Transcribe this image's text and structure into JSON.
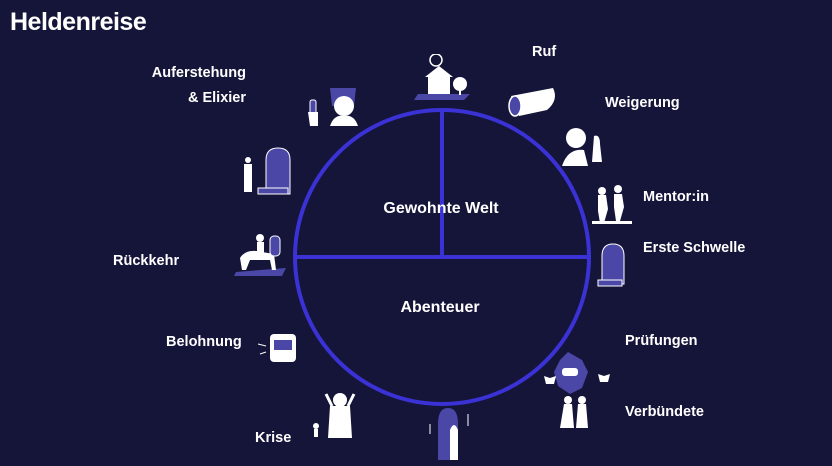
{
  "title": "Heldenreise",
  "center": {
    "upper": "Gewohnte Welt",
    "lower": "Abenteuer"
  },
  "stages": {
    "ruf": "Ruf",
    "weigerung": "Weigerung",
    "mentor": "Mentor:in",
    "schwelle": "Erste Schwelle",
    "pruefungen": "Prüfungen",
    "verbuendete": "Verbündete",
    "krise": "Krise",
    "belohnung": "Belohnung",
    "rueckkehr": "Rückkehr",
    "auferstehung_1": "Auferstehung",
    "auferstehung_2": "& Elixier"
  },
  "colors": {
    "background": "#15153a",
    "circle": "#3b32d6",
    "icon_fill": "#4a47a6"
  }
}
